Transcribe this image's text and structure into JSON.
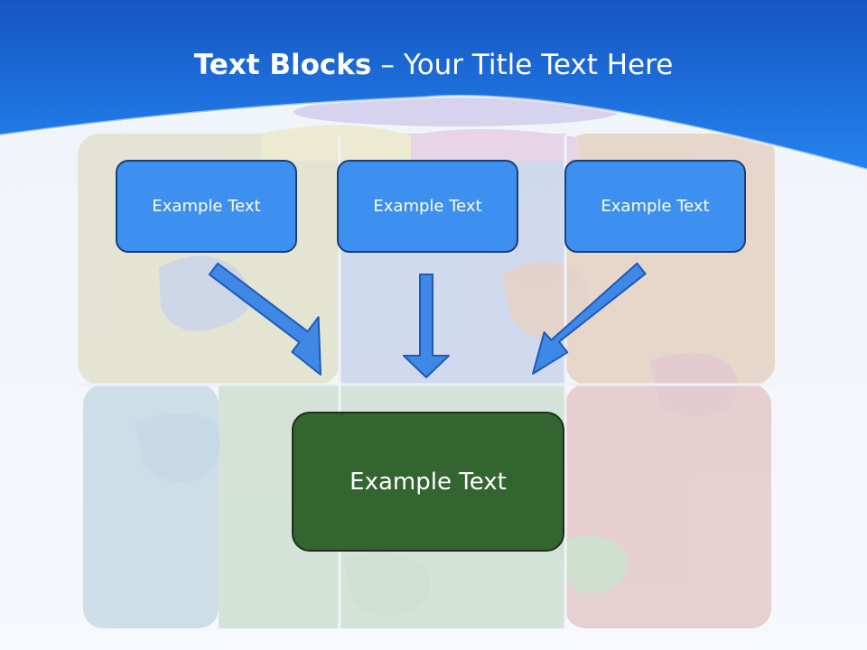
{
  "title": {
    "bold": "Text Blocks",
    "dash": "–",
    "rest": "Your Title Text Here"
  },
  "boxes": {
    "left": "Example Text",
    "middle": "Example Text",
    "right": "Example Text",
    "center": "Example Text"
  },
  "colors": {
    "header_blue": "#1f6fd8",
    "box_fill": "#3d8ff0",
    "box_border": "#1c3f75",
    "center_fill": "#346531",
    "arrow_fill": "#3f88e6"
  }
}
